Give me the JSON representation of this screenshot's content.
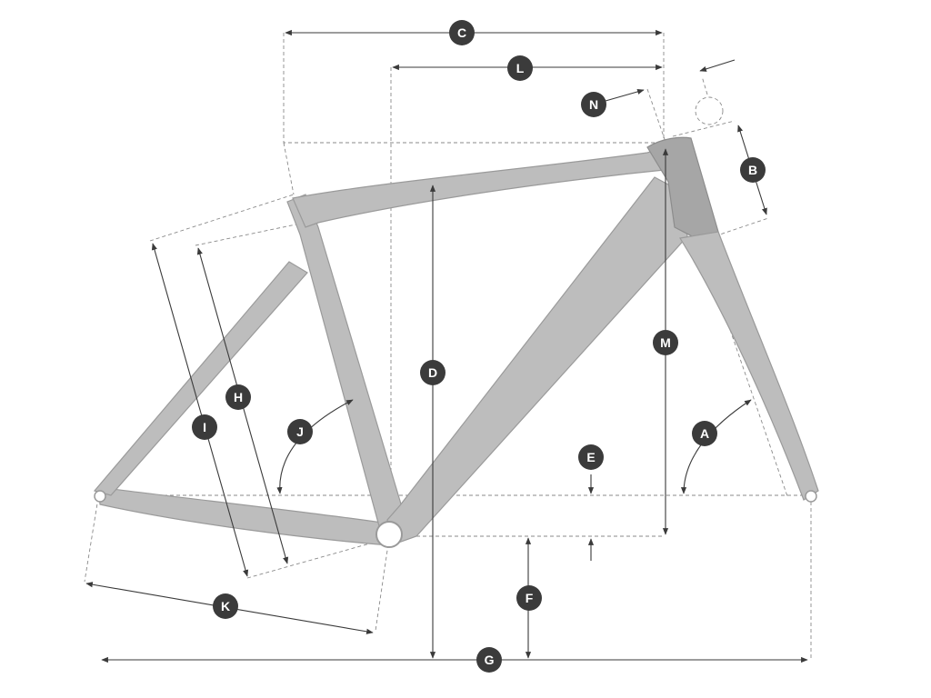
{
  "diagram": {
    "colors": {
      "frame": "#bdbdbd",
      "frame_edge": "#9a9a9a",
      "dimension_line": "#3a3a3a",
      "construction_line": "#8a8a8a",
      "badge": "#3b3b3b",
      "badge_text": "#ffffff"
    },
    "labels": {
      "A": "A",
      "B": "B",
      "C": "C",
      "D": "D",
      "E": "E",
      "F": "F",
      "G": "G",
      "H": "H",
      "I": "I",
      "J": "J",
      "K": "K",
      "L": "L",
      "M": "M",
      "N": "N"
    }
  }
}
